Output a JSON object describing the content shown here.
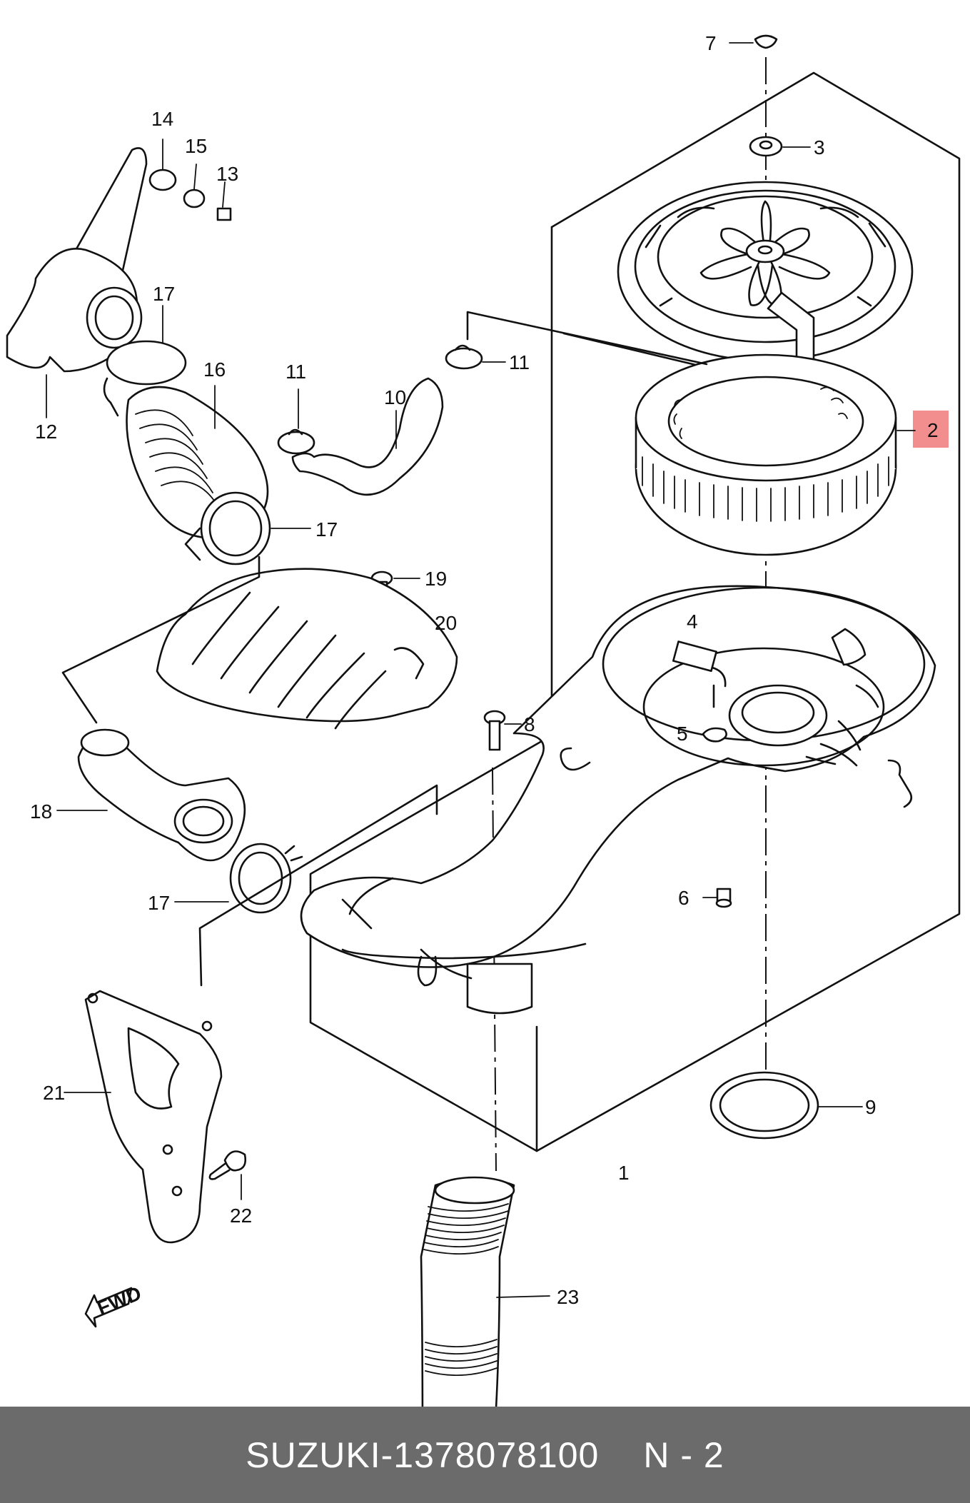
{
  "footer": {
    "brand": "SUZUKI",
    "separator": "-",
    "part_number": "1378078100",
    "group": "N - 2"
  },
  "highlight_color": "#f07a7a",
  "callouts": {
    "c1": "1",
    "c2": "2",
    "c3": "3",
    "c4": "4",
    "c5": "5",
    "c6": "6",
    "c7": "7",
    "c8": "8",
    "c9": "9",
    "c10": "10",
    "c11a": "11",
    "c11b": "11",
    "c12": "12",
    "c13": "13",
    "c14": "14",
    "c15": "15",
    "c16": "16",
    "c17a": "17",
    "c17b": "17",
    "c17c": "17",
    "c18": "18",
    "c19": "19",
    "c20": "20",
    "c21": "21",
    "c22": "22",
    "c23": "23"
  },
  "fwd_mark": "FWD",
  "icons": {
    "fwd_arrow": "forward-direction-arrow-icon"
  }
}
